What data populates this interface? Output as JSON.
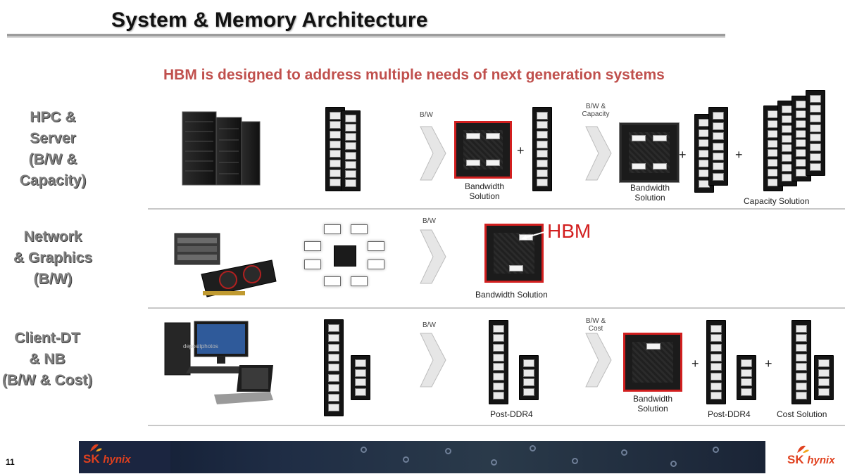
{
  "slide": {
    "title": "System & Memory Architecture",
    "subtitle": "HBM is designed to address multiple needs of next generation systems",
    "page_number": "11"
  },
  "rows": [
    {
      "label_lines": [
        "HPC &",
        "Server",
        "(B/W &",
        "Capacity)"
      ],
      "arrow1_label": "B/W",
      "arrow2_label_lines": [
        "B/W &",
        "Capacity"
      ],
      "caption1_lines": [
        "Bandwidth",
        "Solution"
      ],
      "caption2_lines": [
        "Bandwidth",
        "Solution"
      ],
      "caption3": "Capacity Solution",
      "plus": "+"
    },
    {
      "label_lines": [
        "Network",
        "& Graphics",
        "(B/W)"
      ],
      "arrow1_label": "B/W",
      "hbm_callout": "HBM",
      "caption1": "Bandwidth Solution"
    },
    {
      "label_lines": [
        "Client-DT",
        "& NB",
        "(B/W & Cost)"
      ],
      "arrow1_label": "B/W",
      "arrow2_label_lines": [
        "B/W &",
        "Cost"
      ],
      "caption1": "Post-DDR4",
      "caption2_lines": [
        "Bandwidth",
        "Solution"
      ],
      "caption3": "Post-DDR4",
      "caption4": "Cost Solution",
      "plus": "+"
    }
  ],
  "footer": {
    "brand_sk": "SK",
    "brand_hynix": "hynix",
    "watermark": "depositphotos"
  },
  "colors": {
    "accent_red": "#c0504d",
    "highlight_red": "#d21f1f",
    "label_grey": "#7f7f7f",
    "brand_orange": "#e0401e"
  }
}
